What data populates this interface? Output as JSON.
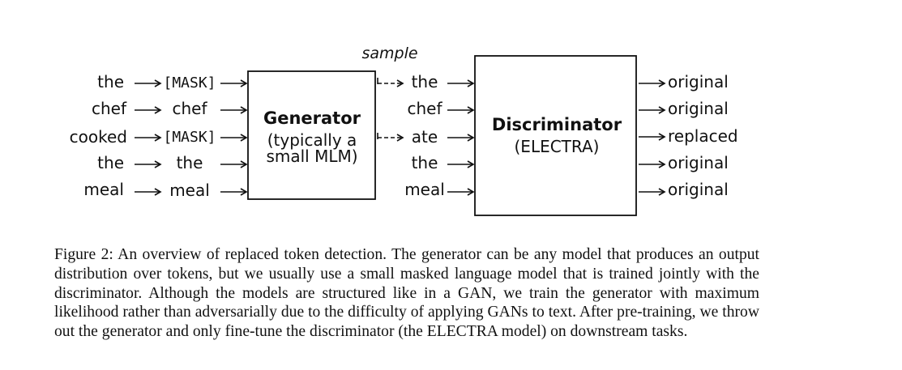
{
  "diagram": {
    "sample_label": "sample",
    "input_tokens": [
      "the",
      "chef",
      "cooked",
      "the",
      "meal"
    ],
    "masked_tokens": [
      "[MASK]",
      "chef",
      "[MASK]",
      "the",
      "meal"
    ],
    "generator": {
      "title": "Generator",
      "subtitle_line1": "(typically a",
      "subtitle_line2": "small MLM)"
    },
    "sampled_tokens": [
      "the",
      "chef",
      "ate",
      "the",
      "meal"
    ],
    "discriminator": {
      "title": "Discriminator",
      "subtitle": "(ELECTRA)"
    },
    "outputs": [
      "original",
      "original",
      "replaced",
      "original",
      "original"
    ]
  },
  "caption": {
    "text": "Figure 2: An overview of replaced token detection. The generator can be any model that produces an output distribution over tokens, but we usually use a small masked language model that is trained jointly with the discriminator. Although the models are structured like in a GAN, we train the generator with maximum likelihood rather than adversarially due to the difficulty of applying GANs to text. After pre-training, we throw out the generator and only fine-tune the discriminator (the ELECTRA model) on downstream tasks."
  }
}
